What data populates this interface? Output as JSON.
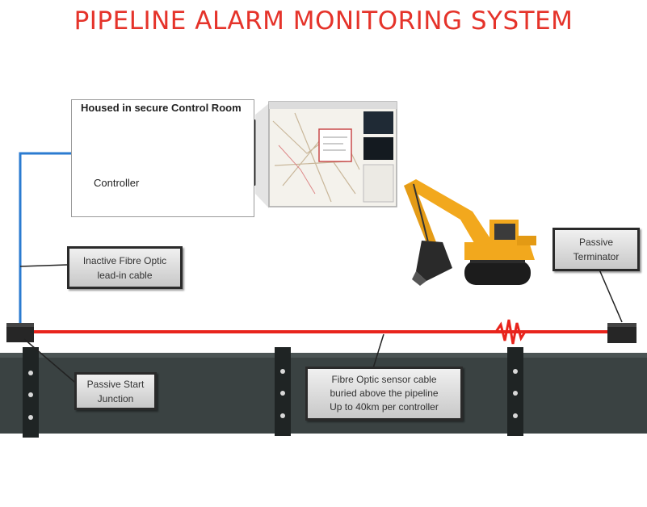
{
  "title": "PIPELINE ALARM MONITORING SYSTEM",
  "control_room": {
    "label": "Housed in secure Control Room",
    "controller_label": "Controller"
  },
  "callouts": {
    "inactive_cable": [
      "Inactive Fibre Optic",
      "lead-in cable"
    ],
    "passive_terminator": [
      "Passive",
      "Terminator"
    ],
    "passive_start": [
      "Passive Start",
      "Junction"
    ],
    "sensor_cable": [
      "Fibre Optic sensor cable",
      "buried above the pipeline",
      "Up to 40km per controller"
    ]
  },
  "colors": {
    "title": "#e5332a",
    "sensor_cable": "#e8241c",
    "lead_in_cable": "#2b7bd0",
    "pipeline": "#3a4242",
    "excavator": "#f2a81d"
  }
}
